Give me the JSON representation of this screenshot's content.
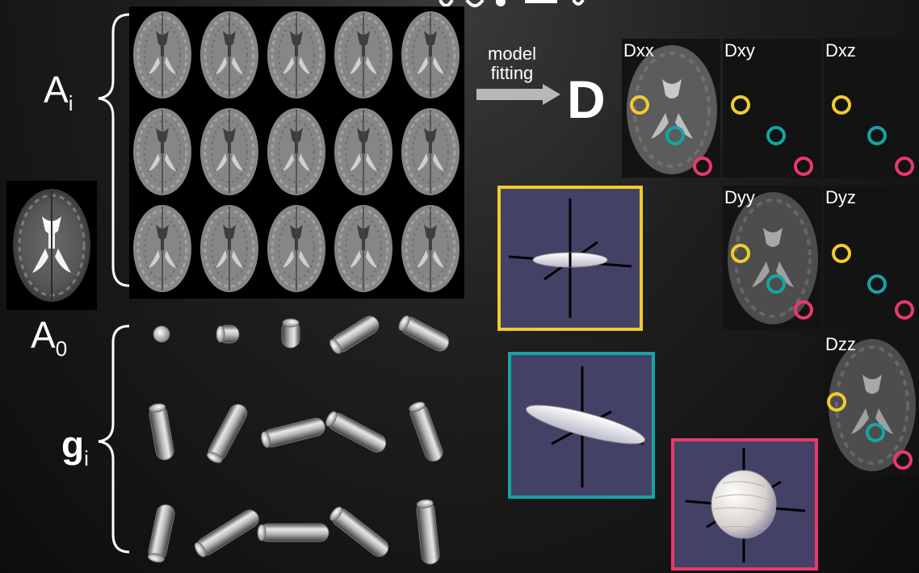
{
  "labels": {
    "a_i": "A",
    "a_i_sub": "i",
    "a_0": "A",
    "a_0_sub": "0",
    "g_i": "g",
    "g_i_sub": "i",
    "model_fitting_line1": "model",
    "model_fitting_line2": "fitting",
    "d": "D"
  },
  "tensor_maps": [
    "Dxx",
    "Dxy",
    "Dxz",
    "Dyy",
    "Dyz",
    "Dzz"
  ],
  "marker_colors": {
    "yellow": "#f2cb2d",
    "teal": "#14a4a6",
    "magenta": "#e9396b"
  },
  "gradient_glyphs": "cylinder-icon",
  "ellipsoid_glyphs": [
    "oblate-ellipsoid-icon",
    "prolate-ellipsoid-icon",
    "spherical-ellipsoid-icon"
  ]
}
